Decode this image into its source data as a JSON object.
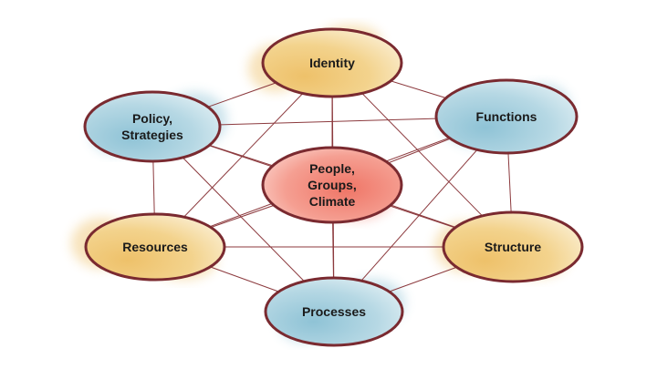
{
  "colors": {
    "outline": "#7a2a30",
    "edge": "#8c3a3e",
    "gold_fill": "#f6dfa8",
    "gold_wash": "#eec16a",
    "blue_fill": "#d3e7ee",
    "blue_wash": "#8fc3d6",
    "red_fill": "#f9c9c1",
    "red_wash": "#ef7566"
  },
  "nodes": [
    {
      "id": "identity",
      "lines": [
        "Identity"
      ],
      "theme": "gold"
    },
    {
      "id": "policy",
      "lines": [
        "Policy,",
        "Strategies"
      ],
      "theme": "blue"
    },
    {
      "id": "functions",
      "lines": [
        "Functions"
      ],
      "theme": "blue"
    },
    {
      "id": "people",
      "lines": [
        "People,",
        "Groups,",
        "Climate"
      ],
      "theme": "red"
    },
    {
      "id": "resources",
      "lines": [
        "Resources"
      ],
      "theme": "gold"
    },
    {
      "id": "structure",
      "lines": [
        "Structure"
      ],
      "theme": "gold"
    },
    {
      "id": "processes",
      "lines": [
        "Processes"
      ],
      "theme": "blue"
    }
  ],
  "edges": [
    [
      "identity",
      "policy"
    ],
    [
      "identity",
      "functions"
    ],
    [
      "identity",
      "people"
    ],
    [
      "identity",
      "resources"
    ],
    [
      "identity",
      "structure"
    ],
    [
      "identity",
      "processes"
    ],
    [
      "policy",
      "functions"
    ],
    [
      "policy",
      "people"
    ],
    [
      "policy",
      "resources"
    ],
    [
      "policy",
      "structure"
    ],
    [
      "policy",
      "processes"
    ],
    [
      "functions",
      "people"
    ],
    [
      "functions",
      "resources"
    ],
    [
      "functions",
      "structure"
    ],
    [
      "functions",
      "processes"
    ],
    [
      "people",
      "resources"
    ],
    [
      "people",
      "structure"
    ],
    [
      "people",
      "processes"
    ],
    [
      "resources",
      "structure"
    ],
    [
      "resources",
      "processes"
    ],
    [
      "structure",
      "processes"
    ]
  ]
}
